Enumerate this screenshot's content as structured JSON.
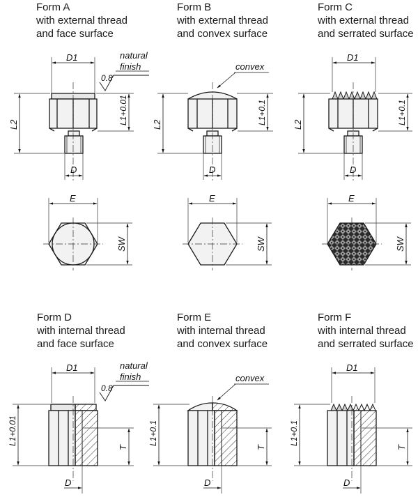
{
  "captions": {
    "a": {
      "title": "Form A",
      "line1": "with external thread",
      "line2": "and face surface"
    },
    "b": {
      "title": "Form B",
      "line1": "with external thread",
      "line2": "and convex surface"
    },
    "c": {
      "title": "Form C",
      "line1": "with external thread",
      "line2": "and serrated surface"
    },
    "d": {
      "title": "Form D",
      "line1": "with internal thread",
      "line2": "and face surface"
    },
    "e": {
      "title": "Form E",
      "line1": "with internal thread",
      "line2": "and convex surface"
    },
    "f": {
      "title": "Form F",
      "line1": "with internal thread",
      "line2": "and serrated surface"
    }
  },
  "labels": {
    "d1": "D1",
    "d": "D",
    "l2": "L2",
    "l1_a": "L1+0.01",
    "l1_b": "L1+0.1",
    "l1_c": "L1+0.1",
    "l1_d": "L1+0.01",
    "l1_e": "L1+0.1",
    "l1_f": "L1+0.1",
    "e": "E",
    "sw": "SW",
    "t": "T",
    "roughness": "0.8",
    "natural_1": "natural",
    "natural_2": "finish",
    "convex": "convex"
  },
  "colors": {
    "line": "#1a1a1a",
    "center": "#333333",
    "hatch": "#444444",
    "fill": "#f2f2f2"
  }
}
